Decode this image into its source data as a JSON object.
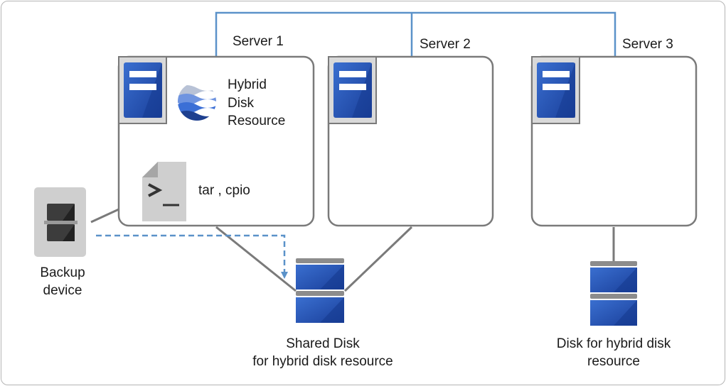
{
  "servers": [
    {
      "name": "Server 1"
    },
    {
      "name": "Server 2"
    },
    {
      "name": "Server 3"
    }
  ],
  "resource": {
    "line1": "Hybrid",
    "line2": "Disk",
    "line3": "Resource"
  },
  "command": "tar , cpio",
  "backup_device": {
    "line1": "Backup",
    "line2": "device"
  },
  "shared_disk": {
    "line1": "Shared Disk",
    "line2": "for hybrid disk resource"
  },
  "hybrid_disk": {
    "line1": "Disk for hybrid disk",
    "line2": "resource"
  },
  "colors": {
    "network_line": "#5b92c9",
    "box_border": "#7a7a7a",
    "server_blue": "#1f4fb0",
    "disk_blue": "#1f4fb0",
    "backup_gray": "#c8c8c8",
    "dashed_arrow": "#5b92c9"
  }
}
